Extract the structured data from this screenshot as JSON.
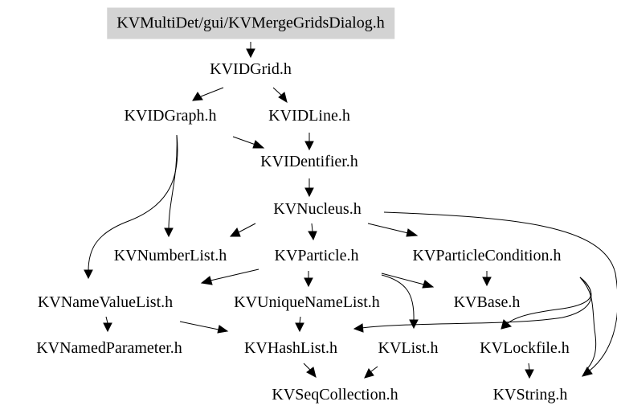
{
  "graph": {
    "root_color": "#d3d3d3",
    "edge_color": "#000000",
    "nodes": {
      "root": "KVMultiDet/gui/KVMergeGridsDialog.h",
      "kvidgrid": "KVIDGrid.h",
      "kvidgraph": "KVIDGraph.h",
      "kvidline": "KVIDLine.h",
      "kvidentifier": "KVIDentifier.h",
      "kvnucleus": "KVNucleus.h",
      "kvnumberlist": "KVNumberList.h",
      "kvparticle": "KVParticle.h",
      "kvparticlecondition": "KVParticleCondition.h",
      "kvnamevaluelist": "KVNameValueList.h",
      "kvuniquenamelist": "KVUniqueNameList.h",
      "kvbase": "KVBase.h",
      "kvnamedparameter": "KVNamedParameter.h",
      "kvhashlist": "KVHashList.h",
      "kvlist": "KVList.h",
      "kvlockfile": "KVLockfile.h",
      "kvseqcollection": "KVSeqCollection.h",
      "kvstring": "KVString.h"
    }
  }
}
